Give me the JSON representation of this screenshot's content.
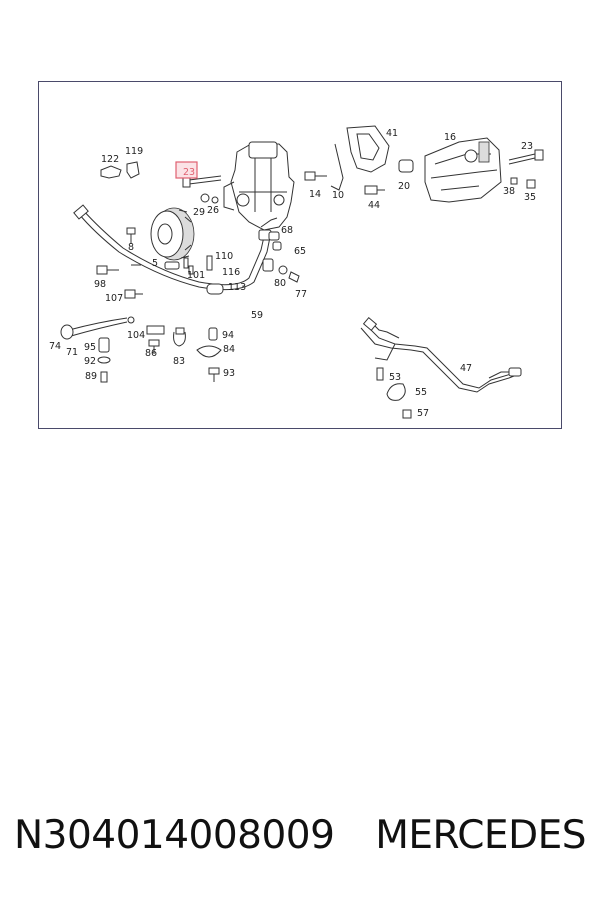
{
  "highlight": {
    "part": "23",
    "color": "#e06070"
  },
  "labels": {
    "p122": "122",
    "p119": "119",
    "p23a": "23",
    "p29": "29",
    "p26": "26",
    "p8": "8",
    "p5": "5",
    "p110": "110",
    "p101": "101",
    "p116": "116",
    "p113": "113",
    "p68": "68",
    "p65": "65",
    "p80": "80",
    "p77": "77",
    "p98": "98",
    "p107": "107",
    "p59": "59",
    "p74": "74",
    "p71": "71",
    "p95": "95",
    "p92": "92",
    "p89": "89",
    "p104": "104",
    "p86": "86",
    "p83": "83",
    "p94": "94",
    "p84": "84",
    "p93": "93",
    "p41": "41",
    "p14": "14",
    "p10": "10",
    "p44": "44",
    "p20": "20",
    "p16": "16",
    "p23b": "23",
    "p38": "38",
    "p35": "35",
    "p47": "47",
    "p53": "53",
    "p55": "55",
    "p57": "57"
  },
  "caption": {
    "part_number": "N304014008009",
    "brand": "MERCEDES"
  }
}
